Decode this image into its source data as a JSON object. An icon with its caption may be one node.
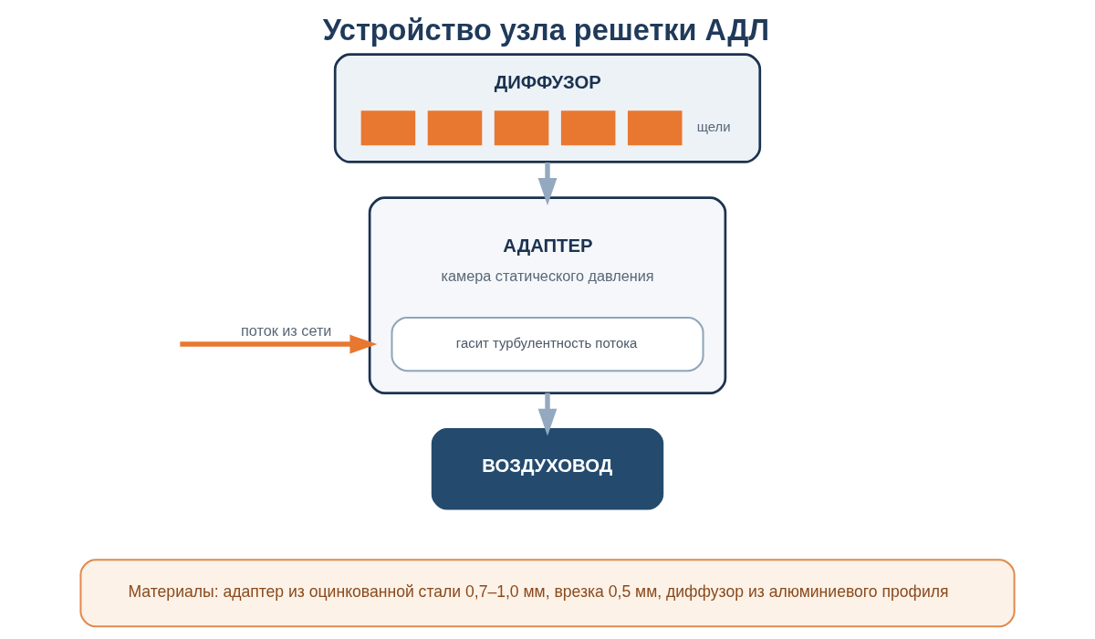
{
  "diagram": {
    "title": "Устройство узла решетки АДЛ",
    "nodes": [
      {
        "text": [
          "ДИФФУЗОР",
          "щели"
        ]
      },
      {
        "text": [
          "АДАПТЕР",
          "камера статического давления"
        ]
      },
      {
        "text": [
          "гасит турбулентность потока"
        ],
        "in": 1
      },
      {
        "text": [
          "ВОЗДУХОВОД"
        ]
      },
      {
        "text": [
          "Материалы: адаптер из оцинкованной стали 0,7–1,0 мм, врезка 0,5 мм, диффузор из алюминиевого профиля"
        ]
      }
    ],
    "edges": [
      {
        "from": 0,
        "to": 1,
        "arrow": "to"
      },
      {
        "from": null,
        "to": 1,
        "arrow": "to",
        "label": "поток из сети",
        "color": "#e87730"
      },
      {
        "from": 1,
        "to": 3,
        "arrow": "to"
      }
    ]
  }
}
